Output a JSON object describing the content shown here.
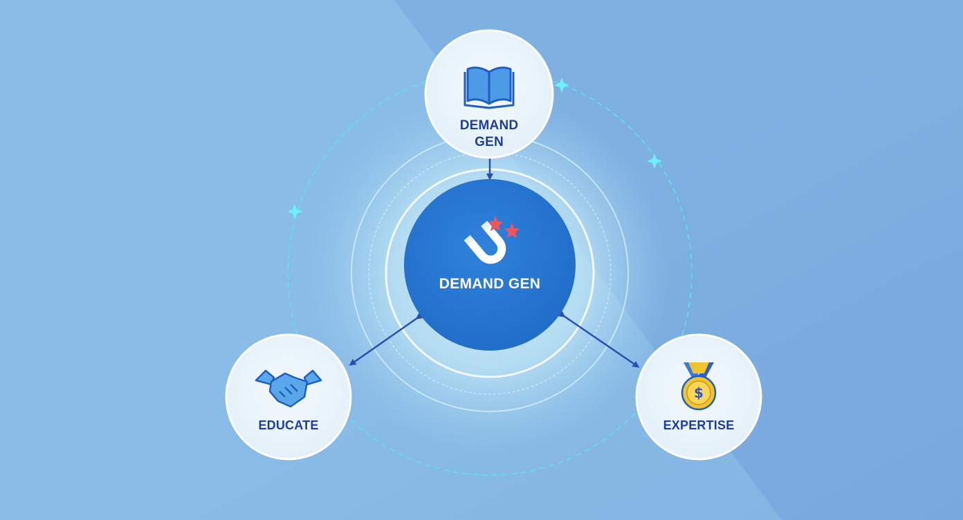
{
  "diagram": {
    "center": {
      "label": "DEMAND GEN",
      "icon": "magnet-icon"
    },
    "nodes": [
      {
        "id": "top",
        "label_lines": [
          "DEMAND",
          "GEN"
        ],
        "icon": "open-book-icon"
      },
      {
        "id": "left",
        "label_lines": [
          "EDUCATE"
        ],
        "icon": "handshake-icon"
      },
      {
        "id": "right",
        "label_lines": [
          "EXPERTISE"
        ],
        "icon": "medal-icon"
      }
    ]
  },
  "colors": {
    "background": "#7eaee0",
    "center_fill": "#2a78d2",
    "label_text": "#1f3d9a",
    "arrow": "#2a4fb0",
    "orbit_dash": "#5fe0f0",
    "node_fill": "#eef6fb",
    "magnet_sparks": "#f0555d",
    "medal_gold": "#f2c230",
    "medal_ribbon_blue": "#3b7ad6"
  }
}
